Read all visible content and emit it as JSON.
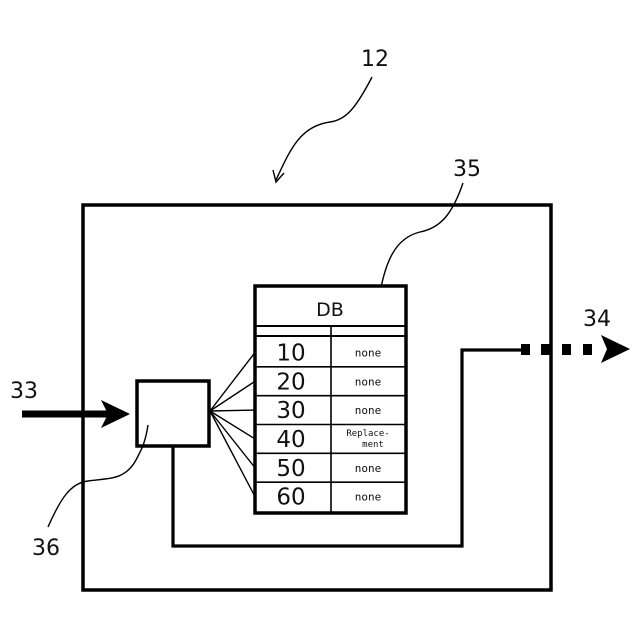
{
  "figure": {
    "labels": {
      "device": "12",
      "input": "33",
      "output": "34",
      "database": "35",
      "processor": "36"
    },
    "database": {
      "title": "DB",
      "rows": [
        {
          "key": "10",
          "value": [
            "none"
          ]
        },
        {
          "key": "20",
          "value": [
            "none"
          ]
        },
        {
          "key": "30",
          "value": [
            "none"
          ]
        },
        {
          "key": "40",
          "value": [
            "Replace-",
            "ment"
          ]
        },
        {
          "key": "50",
          "value": [
            "none"
          ]
        },
        {
          "key": "60",
          "value": [
            "none"
          ]
        }
      ]
    },
    "colors": {
      "stroke": "#000000",
      "background": "#ffffff"
    }
  }
}
